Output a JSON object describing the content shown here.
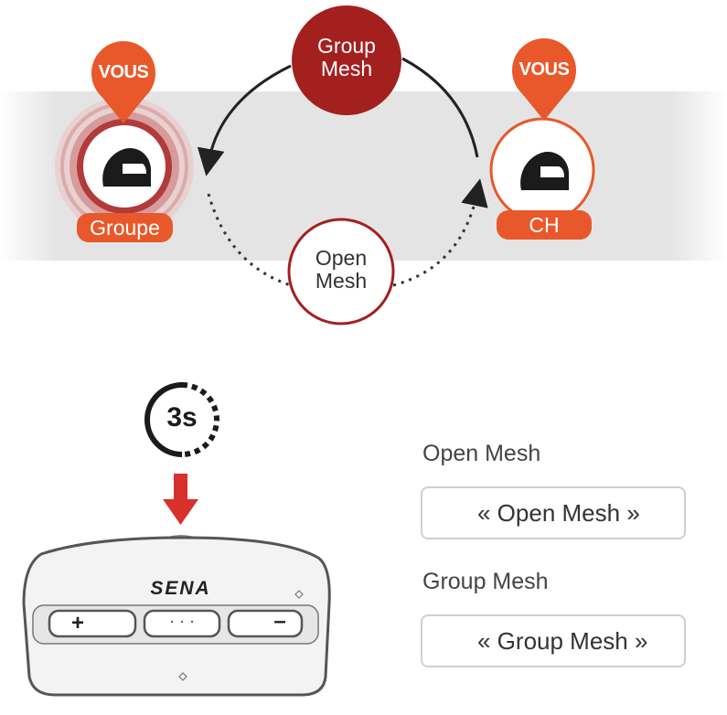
{
  "diagram": {
    "left_node": {
      "pin": "VOUS",
      "tag": "Groupe",
      "icon": "helmet-icon"
    },
    "right_node": {
      "pin": "VOUS",
      "tag": "CH",
      "icon": "helmet-icon"
    },
    "group_mesh_circle": [
      "Group",
      "Mesh"
    ],
    "open_mesh_circle": [
      "Open",
      "Mesh"
    ],
    "timer": "3s",
    "device_logo": "SENA",
    "device_buttons": {
      "plus": "+",
      "center": "· · ·",
      "minus": "–"
    }
  },
  "prompts": [
    {
      "title": "Open Mesh",
      "speech": "« Open Mesh »",
      "icon": "speaker-icon"
    },
    {
      "title": "Group Mesh",
      "speech": "« Group Mesh »",
      "icon": "speaker-icon"
    }
  ],
  "colors": {
    "accent_orange": "#e8582a",
    "group_mesh_red": "#a3201f",
    "open_mesh_border": "#a3201f",
    "press_arrow": "#d8302a"
  }
}
